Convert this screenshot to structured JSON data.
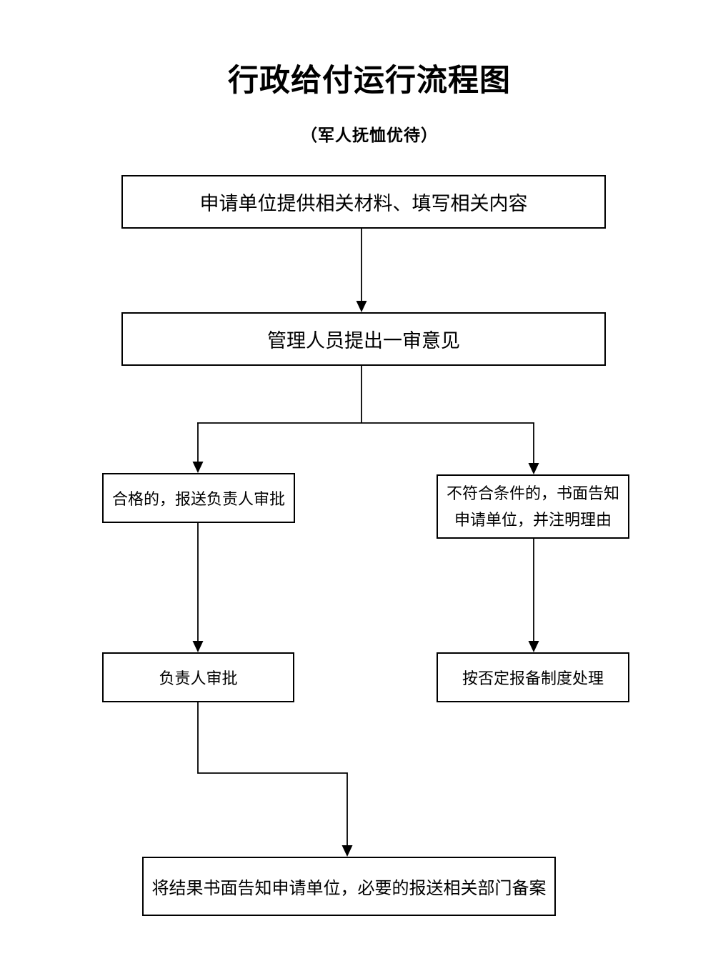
{
  "page": {
    "title": "行政给付运行流程图",
    "subtitle": "（军人抚恤优待）"
  },
  "nodes": {
    "apply": {
      "label": "申请单位提供相关材料、填写相关内容"
    },
    "review": {
      "label": "管理人员提出一审意见"
    },
    "qualified": {
      "label": "合格的，报送负责人审批"
    },
    "notQualified": {
      "lines": [
        "不符合条件的，书面告知",
        "申请单位，并注明理由"
      ]
    },
    "leaderApprove": {
      "label": "负责人审批"
    },
    "negativeReport": {
      "label": "按否定报备制度处理"
    },
    "finalNotice": {
      "label": "将结果书面告知申请单位，必要的报送相关部门备案"
    }
  },
  "colors": {
    "background": "#ffffff",
    "line": "#000000",
    "text": "#000000"
  }
}
